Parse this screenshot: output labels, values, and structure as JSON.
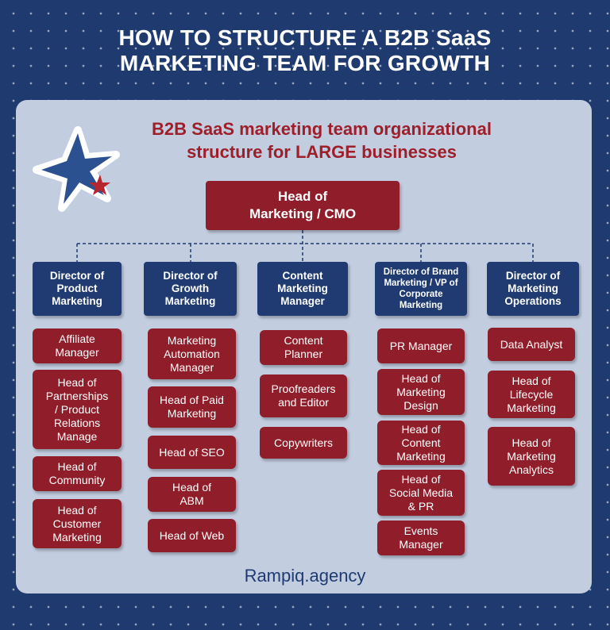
{
  "title": {
    "line1": "HOW TO STRUCTURE A B2B  SaaS",
    "line2": "MARKETING TEAM  FOR GROWTH"
  },
  "subtitle": {
    "line1": "B2B SaaS marketing team organizational",
    "line2": "structure for LARGE  businesses"
  },
  "head": {
    "line1": "Head of",
    "line2": "Marketing / CMO"
  },
  "columns": [
    {
      "director": [
        "Director of",
        "Product",
        "Marketing"
      ],
      "roles": [
        [
          "Affiliate",
          "Manager"
        ],
        [
          "Head of",
          "Partnerships",
          "/ Product",
          "Relations",
          "Manage"
        ],
        [
          "Head of",
          "Community"
        ],
        [
          "Head of",
          "Customer",
          "Marketing"
        ]
      ]
    },
    {
      "director": [
        "Director of",
        "Growth",
        "Marketing"
      ],
      "roles": [
        [
          "Marketing",
          "Automation",
          "Manager"
        ],
        [
          "Head of Paid",
          "Marketing"
        ],
        [
          "Head of SEO"
        ],
        [
          "Head of",
          "ABM"
        ],
        [
          "Head of Web"
        ]
      ]
    },
    {
      "director": [
        "Content",
        "Marketing",
        "Manager"
      ],
      "roles": [
        [
          "Content",
          "Planner"
        ],
        [
          "Proofreaders",
          "and Editor"
        ],
        [
          "Copywriters"
        ]
      ]
    },
    {
      "director": [
        "Director of Brand",
        "Marketing / VP of",
        "Corporate",
        "Marketing"
      ],
      "roles": [
        [
          "PR Manager"
        ],
        [
          "Head of",
          "Marketing",
          "Design"
        ],
        [
          "Head of",
          "Content",
          "Marketing"
        ],
        [
          "Head of",
          "Social Media",
          "& PR"
        ],
        [
          "Events",
          "Manager"
        ]
      ]
    },
    {
      "director": [
        "Director of",
        "Marketing",
        "Operations"
      ],
      "roles": [
        [
          "Data Analyst"
        ],
        [
          "Head of",
          "Lifecycle",
          "Marketing"
        ],
        [
          "Head of",
          "Marketing",
          "Analytics"
        ]
      ]
    }
  ],
  "footer": "Rampiq.agency",
  "colors": {
    "navy": "#1f3b72",
    "red": "#8f1d2a",
    "panel": "#c2cde0",
    "background": "#1e3a6e"
  }
}
